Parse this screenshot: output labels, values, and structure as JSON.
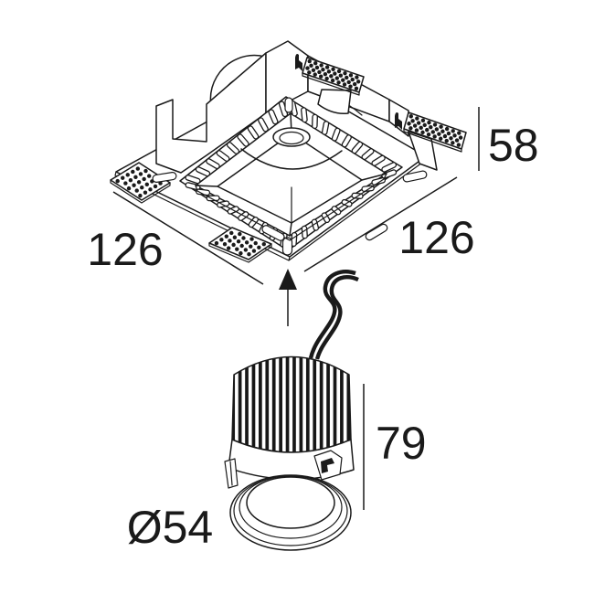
{
  "drawing": {
    "kind": "technical-dimension-drawing",
    "dimensions": {
      "width_left": "126",
      "width_right": "126",
      "height_frame": "58",
      "height_module": "79",
      "diameter_module": "Ø54"
    },
    "colors": {
      "line": "#1a1a1a",
      "background": "#ffffff"
    }
  }
}
